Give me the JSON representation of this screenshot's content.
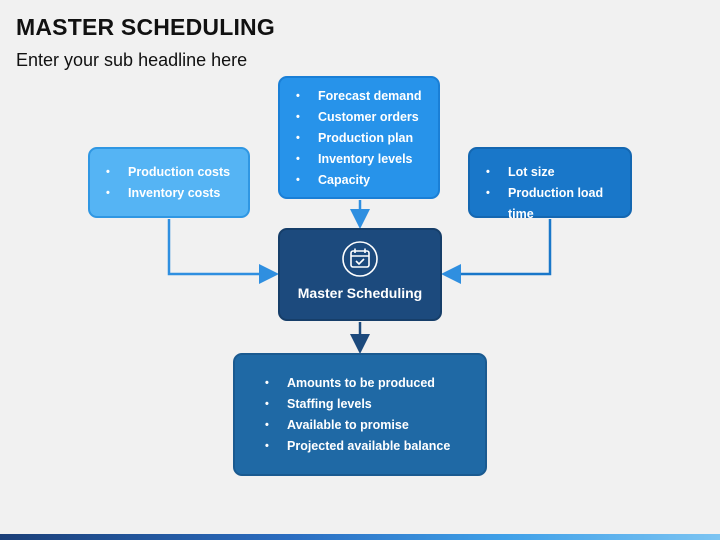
{
  "header": {
    "title": "MASTER SCHEDULING",
    "subtitle": "Enter your sub headline here"
  },
  "boxes": {
    "costs": {
      "items": [
        "Production costs",
        "Inventory costs"
      ]
    },
    "forecast": {
      "items": [
        "Forecast demand",
        "Customer orders",
        "Production plan",
        "Inventory levels",
        "Capacity"
      ]
    },
    "lot": {
      "items": [
        "Lot size",
        "Production load time"
      ]
    },
    "master": {
      "label": "Master Scheduling",
      "icon": "calendar-check-icon"
    },
    "output": {
      "items": [
        "Amounts to be produced",
        "Staffing levels",
        "Available to promise",
        "Projected available balance"
      ]
    }
  },
  "colors": {
    "costs": "#55b4f4",
    "forecast": "#2793ea",
    "lot": "#1977c9",
    "master": "#1c4a7d",
    "output": "#1f69a5",
    "arrow": "#2f8fe0"
  }
}
